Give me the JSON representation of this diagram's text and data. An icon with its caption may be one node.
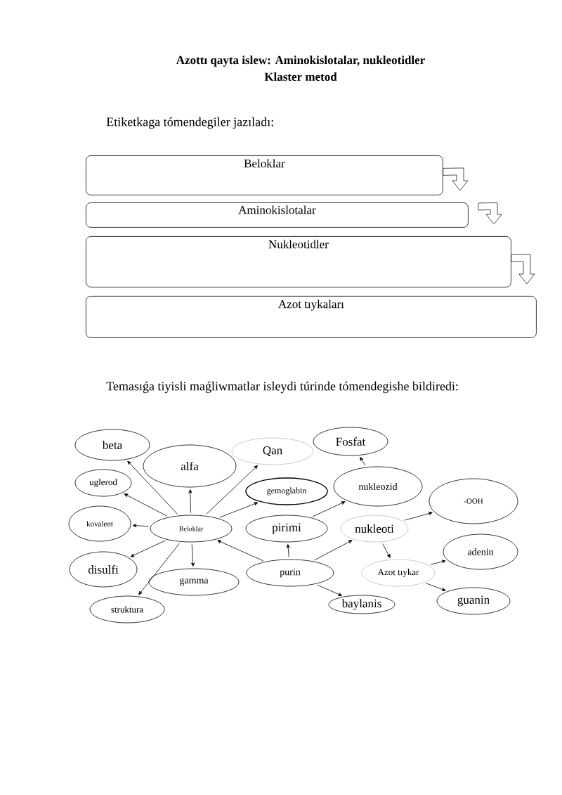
{
  "diagram": {
    "title": "Azottı qayta islew: Aminokislotalar, nukleotidler",
    "nodes": [
      {
        "text": [
          "Beloklar"
        ]
      },
      {
        "text": [
          "Aminokislotalar"
        ]
      },
      {
        "text": [
          "Nukleotidler"
        ]
      },
      {
        "text": [
          "Azot tıykaları"
        ]
      },
      {
        "text": [
          "beta"
        ]
      },
      {
        "text": [
          "alfa"
        ]
      },
      {
        "text": [
          "Qan"
        ]
      },
      {
        "text": [
          "Fosfat"
        ]
      },
      {
        "text": [
          "uglerod"
        ]
      },
      {
        "text": [
          "gemoglabin"
        ]
      },
      {
        "text": [
          "nukleozid"
        ]
      },
      {
        "text": [
          "-OOH"
        ]
      },
      {
        "text": [
          "kovalent"
        ]
      },
      {
        "text": [
          "Beloklar"
        ]
      },
      {
        "text": [
          "pirimi"
        ]
      },
      {
        "text": [
          "nukleoti"
        ]
      },
      {
        "text": [
          "adenin"
        ]
      },
      {
        "text": [
          "disulfi"
        ]
      },
      {
        "text": [
          "purin"
        ]
      },
      {
        "text": [
          "Azot tıykar"
        ]
      },
      {
        "text": [
          "gamma"
        ]
      },
      {
        "text": [
          "guanin"
        ]
      },
      {
        "text": [
          "struktura"
        ]
      },
      {
        "text": [
          "baylanis"
        ]
      }
    ],
    "edges": [
      {
        "from": 0,
        "to": 1,
        "arrow": "to"
      },
      {
        "from": 1,
        "to": 2,
        "arrow": "to"
      },
      {
        "from": 2,
        "to": 3,
        "arrow": "to"
      },
      {
        "from": 13,
        "to": 4,
        "arrow": "to"
      },
      {
        "from": 13,
        "to": 5,
        "arrow": "to"
      },
      {
        "from": 13,
        "to": 6,
        "arrow": "to"
      },
      {
        "from": 13,
        "to": 9,
        "arrow": "to"
      },
      {
        "from": 13,
        "to": 8,
        "arrow": "to"
      },
      {
        "from": 13,
        "to": 12,
        "arrow": "to"
      },
      {
        "from": 13,
        "to": 17,
        "arrow": "to"
      },
      {
        "from": 13,
        "to": 22,
        "arrow": "to"
      },
      {
        "from": 13,
        "to": 20,
        "arrow": "to"
      },
      {
        "from": 18,
        "to": 13,
        "arrow": "to"
      },
      {
        "from": 18,
        "to": 14,
        "arrow": "to"
      },
      {
        "from": 18,
        "to": 15,
        "arrow": "to"
      },
      {
        "from": 18,
        "to": 23,
        "arrow": "to"
      },
      {
        "from": 14,
        "to": 10,
        "arrow": "to"
      },
      {
        "from": 10,
        "to": 7,
        "arrow": "to"
      },
      {
        "from": 15,
        "to": 11,
        "arrow": "to"
      },
      {
        "from": 15,
        "to": 19,
        "arrow": "to"
      },
      {
        "from": 19,
        "to": 16,
        "arrow": "to"
      },
      {
        "from": 19,
        "to": 21,
        "arrow": "to"
      }
    ],
    "labels": [
      "Klaster metod",
      "Etiketkaga tómendegiler jazıladı:",
      "Temasıǵa tiyisli maǵliwmatlar isleydi túrinde tómendegishe bildiredi:"
    ]
  }
}
